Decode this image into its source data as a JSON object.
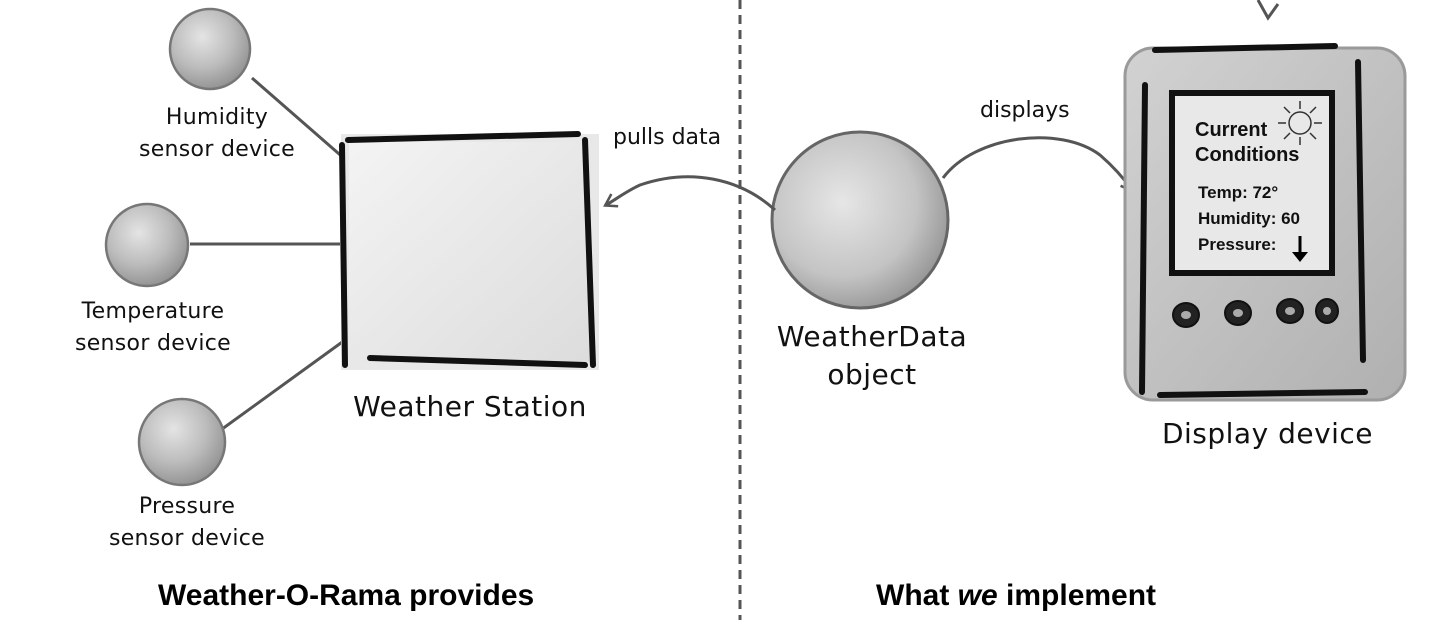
{
  "sections": {
    "left_caption": "Weather-O-Rama provides",
    "right_caption_prefix": "What ",
    "right_caption_emphasis": "we",
    "right_caption_suffix": " implement"
  },
  "sensors": {
    "humidity": [
      "Humidity",
      "sensor device"
    ],
    "temperature": [
      "Temperature",
      "sensor device"
    ],
    "pressure": [
      "Pressure",
      "sensor device"
    ]
  },
  "weather_station": {
    "label": "Weather Station"
  },
  "weather_data": {
    "label_line1": "WeatherData",
    "label_line2": "object"
  },
  "edges": {
    "pulls_data": "pulls data",
    "displays": "displays"
  },
  "display_device": {
    "label": "Display device",
    "screen": {
      "title_line1": "Current",
      "title_line2": "Conditions",
      "temp": "Temp: 72°",
      "humidity": "Humidity: 60",
      "pressure": "Pressure:"
    },
    "pressure_trend_icon": "down-arrow-icon",
    "weather_icon": "sun-icon"
  }
}
